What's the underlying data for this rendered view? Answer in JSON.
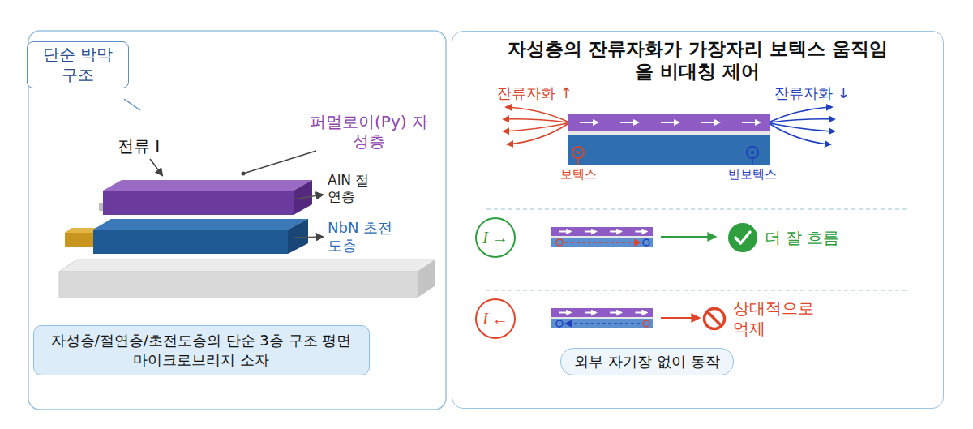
{
  "diagram": {
    "title": "자성층의 잔류자화가 가장자리 보텍스 움직임을 비대칭 제어",
    "nodes": [
      {
        "text": [
          "단순 박막 구조"
        ]
      },
      {
        "text": [
          "자성층/절연층/초전도층의 단순 3층 구조 평면 마이크로브리지 소자"
        ]
      },
      {
        "text": [
          "자성층의 잔류자화가 가장자리 보텍스 움직임을 비대칭 제어"
        ]
      },
      {
        "text": [
          "I →"
        ],
        "in": 2
      },
      {
        "text": [
          "더 잘 흐름"
        ],
        "in": 2
      },
      {
        "text": [
          "I ←"
        ],
        "in": 2
      },
      {
        "text": [
          "상대적으로 억제"
        ],
        "in": 2
      },
      {
        "text": [
          "외부 자기장 없이 동작"
        ],
        "in": 2
      }
    ],
    "labels": [
      "전류 I",
      "퍼멀로이(Py) 자성층",
      "AlN 절연층",
      "NbN 초전도층",
      "잔류자화 ↑",
      "잔류자화 ↓",
      "보텍스",
      "반보텍스"
    ]
  }
}
